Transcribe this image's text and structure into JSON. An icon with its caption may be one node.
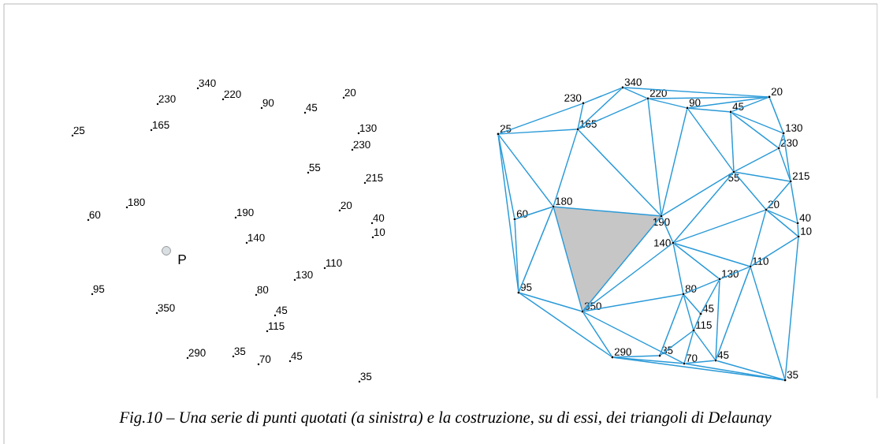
{
  "diagram": {
    "caption": "Fig.10 – Una serie di punti quotati (a sinistra) e la costruzione, su di essi, dei triangoli di Delaunay",
    "nodes": [
      {
        "text": [
          "340"
        ]
      },
      {
        "text": [
          "220"
        ]
      },
      {
        "text": [
          "20"
        ]
      },
      {
        "text": [
          "230"
        ]
      },
      {
        "text": [
          "90"
        ]
      },
      {
        "text": [
          "45"
        ]
      },
      {
        "text": [
          "165"
        ]
      },
      {
        "text": [
          "130"
        ]
      },
      {
        "text": [
          "25"
        ]
      },
      {
        "text": [
          "230"
        ]
      },
      {
        "text": [
          "55"
        ]
      },
      {
        "text": [
          "215"
        ]
      },
      {
        "text": [
          "180"
        ]
      },
      {
        "text": [
          "20"
        ]
      },
      {
        "text": [
          "190"
        ]
      },
      {
        "text": [
          "60"
        ]
      },
      {
        "text": [
          "40"
        ]
      },
      {
        "text": [
          "10"
        ]
      },
      {
        "text": [
          "140"
        ]
      },
      {
        "text": [
          "110"
        ]
      },
      {
        "text": [
          "130"
        ]
      },
      {
        "text": [
          "95"
        ]
      },
      {
        "text": [
          "80"
        ]
      },
      {
        "text": [
          "350"
        ]
      },
      {
        "text": [
          "45"
        ]
      },
      {
        "text": [
          "115"
        ]
      },
      {
        "text": [
          "35"
        ]
      },
      {
        "text": [
          "290"
        ]
      },
      {
        "text": [
          "45"
        ]
      },
      {
        "text": [
          "70"
        ]
      },
      {
        "text": [
          "35"
        ]
      }
    ],
    "edges": [
      {
        "from": 0,
        "to": 3,
        "arrow": "none"
      },
      {
        "from": 0,
        "to": 6,
        "arrow": "none"
      },
      {
        "from": 0,
        "to": 1,
        "arrow": "none"
      },
      {
        "from": 0,
        "to": 2,
        "arrow": "none"
      },
      {
        "from": 3,
        "to": 6,
        "arrow": "none"
      },
      {
        "from": 3,
        "to": 8,
        "arrow": "none"
      },
      {
        "from": 1,
        "to": 2,
        "arrow": "none"
      },
      {
        "from": 1,
        "to": 4,
        "arrow": "none"
      },
      {
        "from": 1,
        "to": 6,
        "arrow": "none"
      },
      {
        "from": 1,
        "to": 14,
        "arrow": "none"
      },
      {
        "from": 4,
        "to": 2,
        "arrow": "none"
      },
      {
        "from": 4,
        "to": 5,
        "arrow": "none"
      },
      {
        "from": 4,
        "to": 14,
        "arrow": "none"
      },
      {
        "from": 4,
        "to": 10,
        "arrow": "none"
      },
      {
        "from": 5,
        "to": 2,
        "arrow": "none"
      },
      {
        "from": 5,
        "to": 10,
        "arrow": "none"
      },
      {
        "from": 5,
        "to": 7,
        "arrow": "none"
      },
      {
        "from": 5,
        "to": 9,
        "arrow": "none"
      },
      {
        "from": 2,
        "to": 7,
        "arrow": "none"
      },
      {
        "from": 7,
        "to": 9,
        "arrow": "none"
      },
      {
        "from": 7,
        "to": 11,
        "arrow": "none"
      },
      {
        "from": 9,
        "to": 11,
        "arrow": "none"
      },
      {
        "from": 8,
        "to": 6,
        "arrow": "none"
      },
      {
        "from": 8,
        "to": 12,
        "arrow": "none"
      },
      {
        "from": 8,
        "to": 15,
        "arrow": "none"
      },
      {
        "from": 8,
        "to": 21,
        "arrow": "none"
      },
      {
        "from": 6,
        "to": 12,
        "arrow": "none"
      },
      {
        "from": 6,
        "to": 14,
        "arrow": "none"
      },
      {
        "from": 10,
        "to": 9,
        "arrow": "none"
      },
      {
        "from": 10,
        "to": 11,
        "arrow": "none"
      },
      {
        "from": 10,
        "to": 14,
        "arrow": "none"
      },
      {
        "from": 10,
        "to": 18,
        "arrow": "none"
      },
      {
        "from": 10,
        "to": 13,
        "arrow": "none"
      },
      {
        "from": 11,
        "to": 13,
        "arrow": "none"
      },
      {
        "from": 11,
        "to": 16,
        "arrow": "none"
      },
      {
        "from": 13,
        "to": 16,
        "arrow": "none"
      },
      {
        "from": 13,
        "to": 17,
        "arrow": "none"
      },
      {
        "from": 13,
        "to": 18,
        "arrow": "none"
      },
      {
        "from": 13,
        "to": 19,
        "arrow": "none"
      },
      {
        "from": 16,
        "to": 17,
        "arrow": "none"
      },
      {
        "from": 12,
        "to": 15,
        "arrow": "none"
      },
      {
        "from": 12,
        "to": 14,
        "arrow": "none"
      },
      {
        "from": 12,
        "to": 23,
        "arrow": "none"
      },
      {
        "from": 12,
        "to": 21,
        "arrow": "none"
      },
      {
        "from": 14,
        "to": 18,
        "arrow": "none"
      },
      {
        "from": 14,
        "to": 23,
        "arrow": "none"
      },
      {
        "from": 15,
        "to": 21,
        "arrow": "none"
      },
      {
        "from": 18,
        "to": 23,
        "arrow": "none"
      },
      {
        "from": 18,
        "to": 22,
        "arrow": "none"
      },
      {
        "from": 18,
        "to": 20,
        "arrow": "none"
      },
      {
        "from": 18,
        "to": 19,
        "arrow": "none"
      },
      {
        "from": 17,
        "to": 19,
        "arrow": "none"
      },
      {
        "from": 17,
        "to": 30,
        "arrow": "none"
      },
      {
        "from": 19,
        "to": 20,
        "arrow": "none"
      },
      {
        "from": 19,
        "to": 28,
        "arrow": "none"
      },
      {
        "from": 19,
        "to": 30,
        "arrow": "none"
      },
      {
        "from": 20,
        "to": 22,
        "arrow": "none"
      },
      {
        "from": 20,
        "to": 24,
        "arrow": "none"
      },
      {
        "from": 20,
        "to": 28,
        "arrow": "none"
      },
      {
        "from": 21,
        "to": 23,
        "arrow": "none"
      },
      {
        "from": 21,
        "to": 27,
        "arrow": "none"
      },
      {
        "from": 23,
        "to": 22,
        "arrow": "none"
      },
      {
        "from": 23,
        "to": 27,
        "arrow": "none"
      },
      {
        "from": 23,
        "to": 29,
        "arrow": "none"
      },
      {
        "from": 22,
        "to": 24,
        "arrow": "none"
      },
      {
        "from": 22,
        "to": 25,
        "arrow": "none"
      },
      {
        "from": 22,
        "to": 26,
        "arrow": "none"
      },
      {
        "from": 24,
        "to": 25,
        "arrow": "none"
      },
      {
        "from": 25,
        "to": 28,
        "arrow": "none"
      },
      {
        "from": 25,
        "to": 29,
        "arrow": "none"
      },
      {
        "from": 25,
        "to": 26,
        "arrow": "none"
      },
      {
        "from": 27,
        "to": 26,
        "arrow": "none"
      },
      {
        "from": 27,
        "to": 29,
        "arrow": "none"
      },
      {
        "from": 27,
        "to": 30,
        "arrow": "none"
      },
      {
        "from": 29,
        "to": 28,
        "arrow": "none"
      },
      {
        "from": 28,
        "to": 30,
        "arrow": "none"
      },
      {
        "from": 29,
        "to": 30,
        "arrow": "none"
      }
    ],
    "labels": [
      "340",
      "230",
      "220",
      "90",
      "45",
      "20",
      "25",
      "165",
      "130",
      "230",
      "55",
      "215",
      "180",
      "60",
      "190",
      "20",
      "40",
      "10",
      "140",
      "P",
      "110",
      "130",
      "95",
      "80",
      "350",
      "45",
      "115",
      "290",
      "35",
      "70",
      "45",
      "35"
    ]
  }
}
